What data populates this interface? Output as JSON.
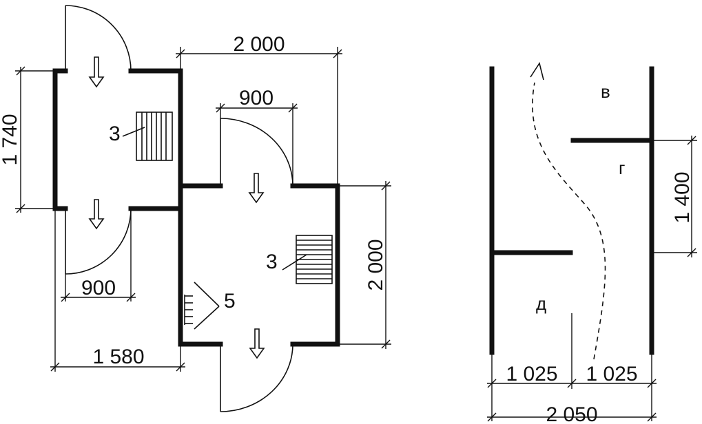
{
  "left_plan": {
    "dims": {
      "top_width": "2 000",
      "door_width_top": "900",
      "left_height": "1 740",
      "door_width_bottom": "900",
      "bottom_width": "1 580",
      "right_height": "2 000"
    },
    "refs": {
      "stair_upper": "3",
      "stair_lower": "3",
      "handrail": "5"
    }
  },
  "right_plan": {
    "zones": {
      "v": "в",
      "g": "г",
      "d": "д"
    },
    "dims": {
      "partition_gap": "1 400",
      "half_left": "1 025",
      "half_right": "1 025",
      "total_width": "2 050"
    }
  }
}
